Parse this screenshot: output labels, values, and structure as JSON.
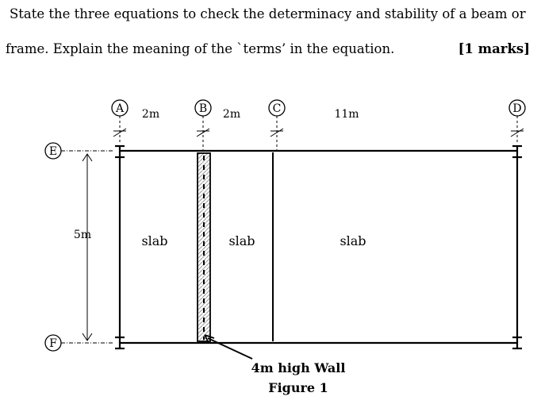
{
  "question": {
    "line1": "State the three equations to check the determinacy and stability of a beam or",
    "line2": "frame. Explain the meaning of the `terms’ in the equation.",
    "marks": "[1 marks]"
  },
  "figure": {
    "grid_labels": {
      "A": "A",
      "B": "B",
      "C": "C",
      "D": "D",
      "E": "E",
      "F": "F"
    },
    "dim_ab": "2m",
    "dim_bc": "2m",
    "dim_cd": "11m",
    "dim_ef": "5m",
    "slab_1": "slab",
    "slab_2": "slab",
    "slab_3": "slab",
    "wall_label": "4m high Wall",
    "caption": "Figure 1"
  }
}
